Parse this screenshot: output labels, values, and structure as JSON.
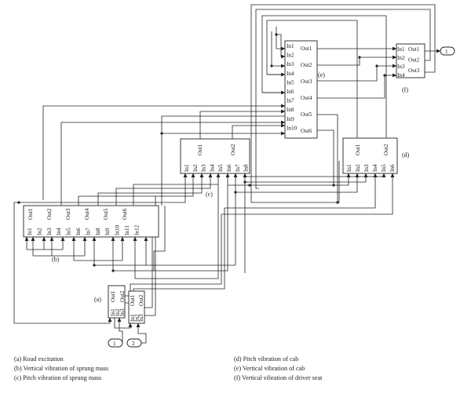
{
  "blocks": {
    "a1": {
      "tag": "(a)",
      "ins": [
        "In1",
        "In2",
        "In3"
      ],
      "outs": [
        "Out1",
        "Out2"
      ]
    },
    "a2": {
      "ins": [
        "In1",
        "In2",
        "In3"
      ],
      "outs": [
        "Out1",
        "Out2"
      ]
    },
    "b": {
      "tag": "(b)",
      "ins": [
        "In1",
        "In2",
        "In3",
        "In4",
        "In5",
        "In6",
        "In7",
        "In8",
        "In9",
        "In10",
        "In11",
        "In12"
      ],
      "outs": [
        "Out1",
        "Out2",
        "Out3",
        "Out4",
        "Out5",
        "Out6"
      ]
    },
    "c": {
      "tag": "(c)",
      "ins": [
        "In1",
        "In2",
        "In3",
        "In4",
        "In5",
        "In6",
        "In7",
        "In8"
      ],
      "outs": [
        "Out1",
        "Out2"
      ]
    },
    "d": {
      "tag": "(d)",
      "ins": [
        "In1",
        "In2",
        "In3",
        "In4",
        "In5",
        "In6"
      ],
      "outs": [
        "Out1",
        "Out2"
      ]
    },
    "e": {
      "tag": "(e)",
      "ins": [
        "In1",
        "In2",
        "In3",
        "In4",
        "In5",
        "In6",
        "In7",
        "In8",
        "In9",
        "In10"
      ],
      "outs": [
        "Out1",
        "Out2",
        "Out3",
        "Out4",
        "Out5",
        "Out6"
      ]
    },
    "f": {
      "tag": "(f)",
      "ins": [
        "In1",
        "In2",
        "In3",
        "In4"
      ],
      "outs": [
        "Out1",
        "Out2",
        "Out3"
      ]
    }
  },
  "terminals": {
    "input_1": "1",
    "input_2": "2",
    "output_1": "1"
  },
  "legend": [
    "(a) Road excitation",
    "(b) Vertical vibration of sprung mass",
    "(c) Pitch vibration of sprung mass",
    "(d) Pitch vibration of cab",
    "(e) Vertical vibration of cab",
    "(f) Vertical vibration of driver seat"
  ]
}
